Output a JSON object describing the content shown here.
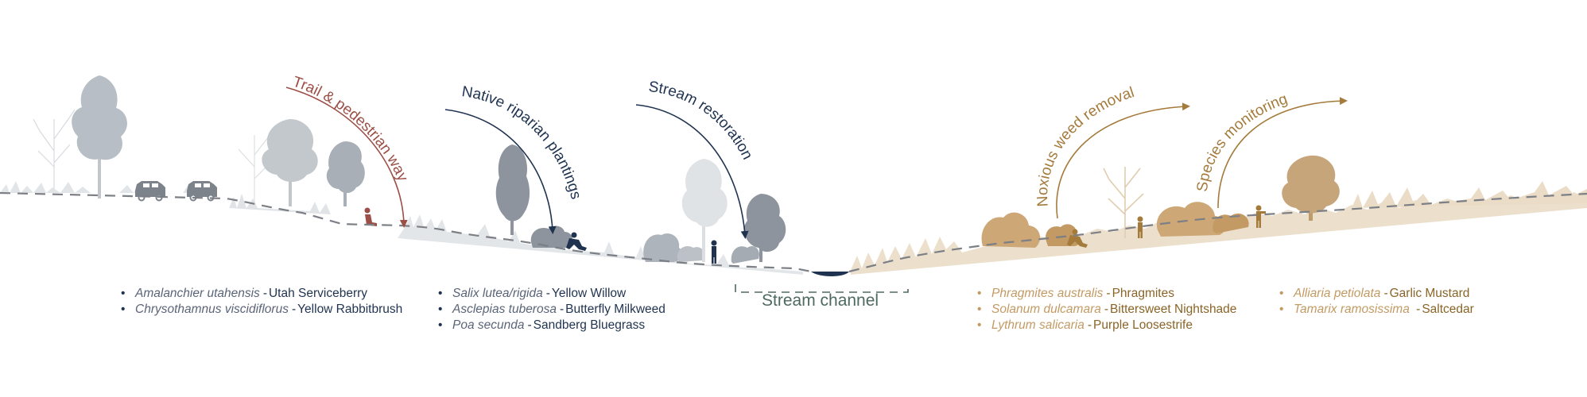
{
  "colors": {
    "trail": "#9b4f47",
    "navy": "#1f3350",
    "gold": "#a57b3c",
    "gold_light": "#cda776",
    "grey_tree": "#b8bec5",
    "grey_dark": "#8d949e",
    "channel": "#4e6a60",
    "ground_line": "#7c7f85"
  },
  "callouts": [
    {
      "text": "Trail & pedestrian way",
      "icon": "arrow-down-right-icon",
      "color_key": "trail"
    },
    {
      "text": "Native riparian plantings",
      "icon": "arrow-down-right-icon",
      "color_key": "navy"
    },
    {
      "text": "Stream restoration",
      "icon": "arrow-down-right-icon",
      "color_key": "navy"
    },
    {
      "text": "Noxious weed removal",
      "icon": "arrow-up-right-icon",
      "color_key": "gold"
    },
    {
      "text": "Species monitoring",
      "icon": "arrow-up-right-icon",
      "color_key": "gold"
    }
  ],
  "channel": {
    "label": "Stream channel"
  },
  "species_lists": [
    {
      "color_key": "navy",
      "items": [
        {
          "scientific": "Amalanchier utahensis",
          "common": "Utah Serviceberry"
        },
        {
          "scientific": "Chrysothamnus viscidiflorus",
          "common": "Yellow Rabbitbrush"
        }
      ]
    },
    {
      "color_key": "navy",
      "items": [
        {
          "scientific": "Salix lutea/rigida",
          "common": "Yellow Willow"
        },
        {
          "scientific": "Asclepias tuberosa",
          "common": "Butterfly Milkweed"
        },
        {
          "scientific": "Poa secunda",
          "common": "Sandberg Bluegrass"
        }
      ]
    },
    {
      "color_key": "gold",
      "items": [
        {
          "scientific": "Phragmites australis",
          "common": "Phragmites"
        },
        {
          "scientific": "Solanum dulcamara",
          "common": "Bittersweet Nightshade"
        },
        {
          "scientific": "Lythrum salicaria",
          "common": "Purple Loosestrife"
        }
      ]
    },
    {
      "color_key": "gold",
      "items": [
        {
          "scientific": "Alliaria petiolata",
          "common": "Garlic Mustard"
        },
        {
          "scientific": "Tamarix ramosissima",
          "common": "Saltcedar"
        }
      ]
    }
  ],
  "icons": [
    "car-icon",
    "tree-icon",
    "shrub-icon",
    "grass-icon",
    "person-icon",
    "stream-icon"
  ]
}
